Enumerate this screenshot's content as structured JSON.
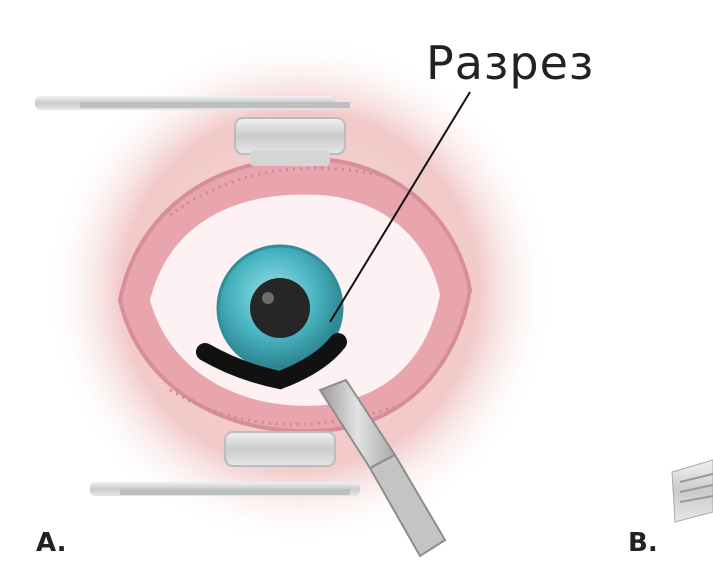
{
  "callout": {
    "text": "Разрез"
  },
  "panels": {
    "a": "A.",
    "b": "B."
  },
  "colors": {
    "background": "#ffffff",
    "skin": "#f2c9c9",
    "eyelid": "#e9a5ad",
    "sclera": "#fdf1f3",
    "iris": "#49b6c2",
    "pupil": "#262626",
    "incision": "#111111",
    "speculum": "#d3d5d7",
    "instrument": "#cfcfcf"
  },
  "icons": [
    "eye-illustration",
    "speculum",
    "surgical-knife"
  ]
}
